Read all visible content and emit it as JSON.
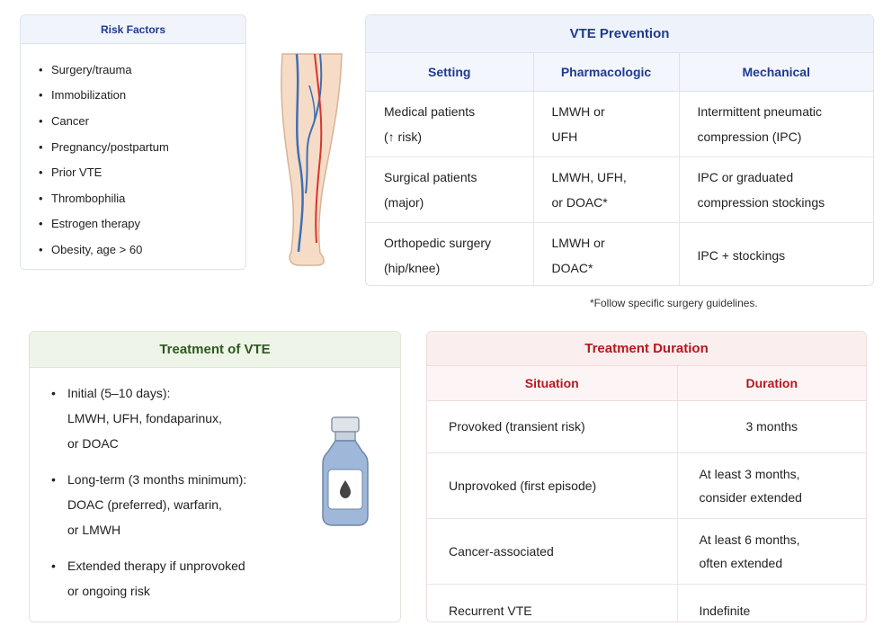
{
  "risk_factors": {
    "title": "Risk Factors",
    "items": [
      "Surgery/trauma",
      "Immobilization",
      "Cancer",
      "Pregnancy/postpartum",
      "Prior VTE",
      "Thrombophilia",
      "Estrogen therapy",
      "Obesity, age > 60"
    ]
  },
  "prevention": {
    "title": "VTE Prevention",
    "headers": [
      "Setting",
      "Pharmacologic",
      "Mechanical"
    ],
    "rows": [
      {
        "setting": [
          "Medical patients",
          "(↑ risk)"
        ],
        "pharm": [
          "LMWH or",
          "UFH"
        ],
        "mech": [
          "Intermittent pneumatic",
          "compression (IPC)"
        ]
      },
      {
        "setting": [
          "Surgical patients",
          "(major)"
        ],
        "pharm": [
          "LMWH, UFH,",
          "or DOAC*"
        ],
        "mech": [
          "IPC or graduated",
          "compression stockings"
        ]
      },
      {
        "setting": [
          "Orthopedic surgery",
          "(hip/knee)"
        ],
        "pharm": [
          "LMWH or",
          "DOAC*"
        ],
        "mech": [
          "IPC + stockings"
        ]
      }
    ],
    "footnote": "*Follow specific surgery guidelines."
  },
  "treatment": {
    "title": "Treatment of VTE",
    "items": [
      [
        "Initial (5–10 days):",
        "LMWH, UFH, fondaparinux,",
        "or DOAC"
      ],
      [
        "Long-term (3 months minimum):",
        "DOAC (preferred), warfarin,",
        "or LMWH"
      ],
      [
        "Extended therapy if unprovoked",
        "or ongoing risk"
      ]
    ]
  },
  "duration": {
    "title": "Treatment Duration",
    "headers": [
      "Situation",
      "Duration"
    ],
    "rows": [
      {
        "situation": "Provoked (transient risk)",
        "duration": [
          "3 months"
        ]
      },
      {
        "situation": "Unprovoked (first episode)",
        "duration": [
          "At least 3 months,",
          "consider extended"
        ]
      },
      {
        "situation": "Cancer-associated",
        "duration": [
          "At least 6 months,",
          "often extended"
        ]
      },
      {
        "situation": "Recurrent VTE",
        "duration": [
          "Indefinite"
        ]
      }
    ]
  },
  "icons": {
    "leg": "leg-veins-illustration-icon",
    "vial": "medication-vial-icon"
  },
  "colors": {
    "blue": "#1f3b8f",
    "green": "#2d5a1e",
    "red": "#b3191f"
  }
}
